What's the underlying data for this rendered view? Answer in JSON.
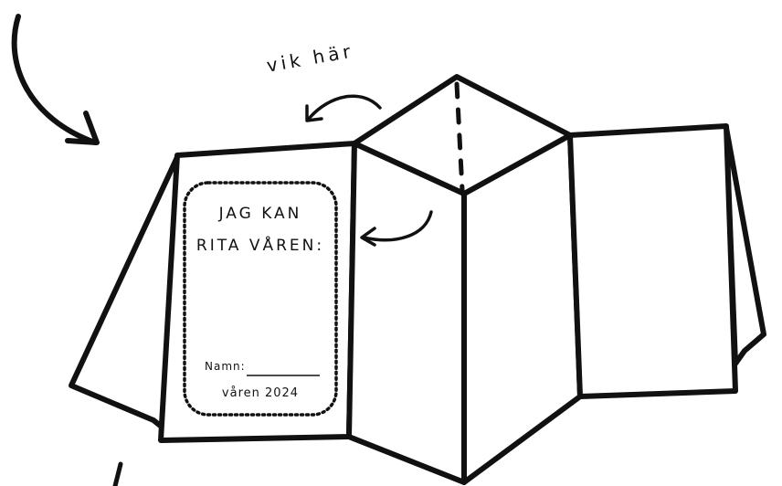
{
  "fold_hint": "vik här",
  "cover": {
    "heading_line1": "JAG KAN",
    "heading_line2": "RITA VÅREN:",
    "name_label": "Namn:",
    "season_label": "våren 2024"
  },
  "colors": {
    "ink": "#111111",
    "paper": "#ffffff"
  },
  "icons": [
    "curved-arrow-icon",
    "fold-arrow-icon"
  ]
}
